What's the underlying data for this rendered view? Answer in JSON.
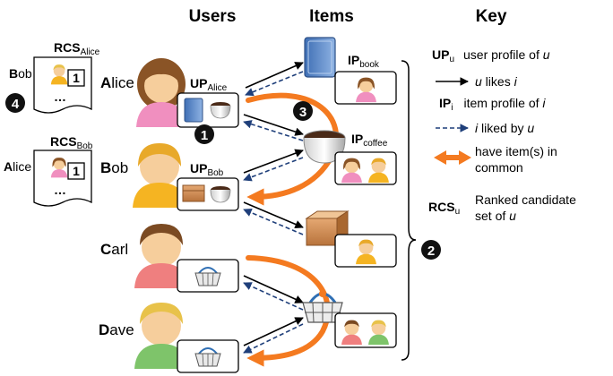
{
  "headers": {
    "users": "Users",
    "items": "Items",
    "key": "Key"
  },
  "users": [
    {
      "initial": "A",
      "rest": "lice"
    },
    {
      "initial": "B",
      "rest": "ob"
    },
    {
      "initial": "C",
      "rest": "arl"
    },
    {
      "initial": "D",
      "rest": "ave"
    }
  ],
  "profiles": {
    "up": "UP",
    "alice_sub": "Alice",
    "bob_sub": "Bob",
    "ip": "IP",
    "book_sub": "book",
    "coffee_sub": "coffee"
  },
  "rcs": {
    "label": "RCS",
    "alice_sub": "Alice",
    "bob_sub": "Bob",
    "alice_card_initial": "B",
    "alice_card_rest": "ob",
    "bob_card_initial": "A",
    "bob_card_rest": "lice",
    "rank": "1",
    "ellipsis": "…"
  },
  "badges": [
    "1",
    "2",
    "3",
    "4"
  ],
  "key": {
    "up_sym": "UP",
    "up_sub": "u",
    "up_desc": "user profile of ",
    "up_desc_var": "u",
    "likes_var_u": "u",
    "likes_mid": " likes ",
    "likes_var_i": "i",
    "ip_sym": "IP",
    "ip_sub": "i",
    "ip_desc": "item profile of ",
    "ip_desc_var": "i",
    "liked_var_i": "i",
    "liked_mid": " liked by ",
    "liked_var_u": "u",
    "common_line1": "have item(s) in",
    "common_line2": "common",
    "rcs_sym": "RCS",
    "rcs_sub": "u",
    "rcs_line1": "Ranked candidate",
    "rcs_line2": "set of ",
    "rcs_line2_var": "u"
  },
  "colors": {
    "orange": "#f47a20",
    "alice": "#f08fbf",
    "bob": "#f5b422",
    "carl": "#ef7f7f",
    "dave": "#7ec46a",
    "skin": "#f6ce9c",
    "hair_brown": "#8a5426",
    "hair_blond": "#e8c24a"
  }
}
